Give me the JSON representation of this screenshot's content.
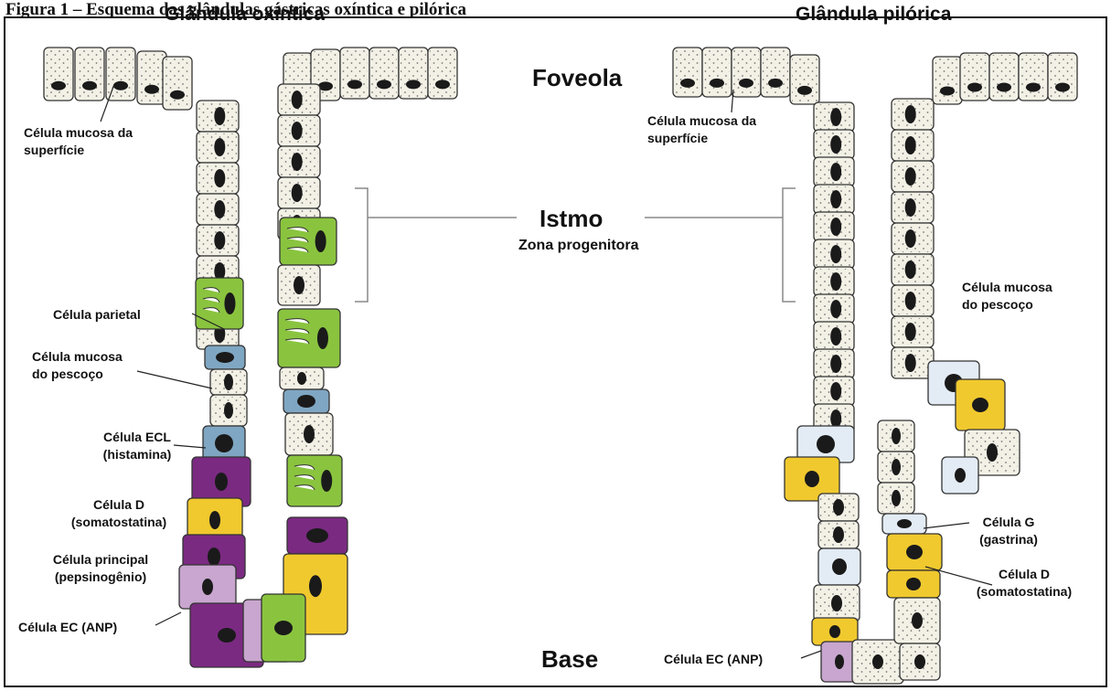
{
  "caption": "Figura 1 – Esquema das glândulas gástricas oxíntica e pilórica",
  "titles": {
    "oxyntic": "Glândula oxíntica",
    "pyloric": "Glândula pilórica"
  },
  "zones": {
    "foveola": "Foveola",
    "istmo": "Istmo",
    "progenitor": "Zona progenitora",
    "base": "Base"
  },
  "oxyntic_labels": {
    "surface_mucous_1": "Célula mucosa da",
    "surface_mucous_2": "superfície",
    "parietal": "Célula parietal",
    "neck_mucous_1": "Célula mucosa",
    "neck_mucous_2": "do pescoço",
    "ecl_1": "Célula ECL",
    "ecl_2": "(histamina)",
    "d_1": "Célula D",
    "d_2": "(somatostatina)",
    "chief_1": "Célula principal",
    "chief_2": "(pepsinogênio)",
    "ec": "Célula EC (ANP)"
  },
  "pyloric_labels": {
    "surface_mucous_1": "Célula mucosa da",
    "surface_mucous_2": "superfície",
    "neck_mucous_1": "Célula mucosa",
    "neck_mucous_2": "do pescoço",
    "g_1": "Célula G",
    "g_2": "(gastrina)",
    "d_1": "Célula D",
    "d_2": "(somatostatina)",
    "ec": "Célula EC (ANP)"
  },
  "colors": {
    "mucous": "#f3f1e6",
    "nucleus": "#1a1a1a",
    "parietal": "#8ac43f",
    "chief": "#7b2a82",
    "d_cell": "#f0c92e",
    "ecl": "#7fa6c2",
    "ec": "#c8a6cf",
    "g_cell": "#e3ecf5"
  }
}
